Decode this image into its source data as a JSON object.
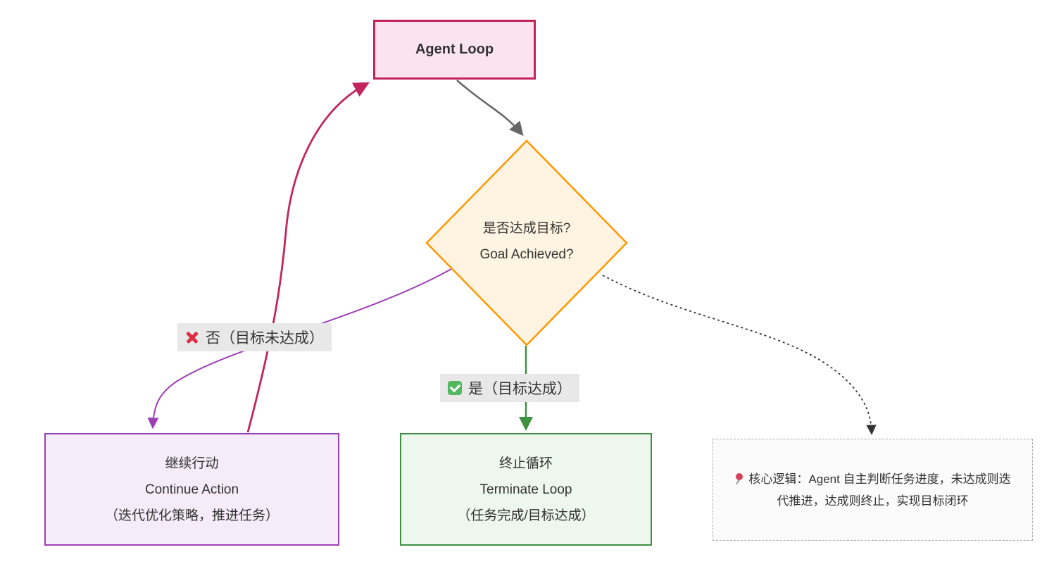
{
  "diagram": {
    "nodes": {
      "agent_loop": {
        "label": "Agent Loop"
      },
      "decision": {
        "line1": "是否达成目标?",
        "line2": "Goal Achieved?"
      },
      "continue_action": {
        "line1": "继续行动",
        "line2": "Continue Action",
        "line3": "（迭代优化策略，推进任务）"
      },
      "terminate_loop": {
        "line1": "终止循环",
        "line2": "Terminate Loop",
        "line3": "（任务完成/目标达成）"
      },
      "note": {
        "icon": "pushpin-icon",
        "text": "核心逻辑：Agent 自主判断任务进度，未达成则迭代推进，达成则终止，实现目标闭环"
      }
    },
    "edge_labels": {
      "no": {
        "icon": "cross-icon",
        "text": "否（目标未达成）"
      },
      "yes": {
        "icon": "check-icon",
        "text": "是（目标达成）"
      }
    }
  },
  "colors": {
    "agent_border": "#c2255c",
    "agent_fill": "#fbe4ee",
    "decision_border": "#ff9800",
    "decision_fill": "#fff4e2",
    "continue_border": "#9c3fb5",
    "continue_fill": "#f6ecf9",
    "terminate_border": "#3f9142",
    "terminate_fill": "#edf7ed",
    "note_border": "#aaaaaa",
    "note_fill": "#fbfbfb",
    "edge_gray": "#666666",
    "edge_crimson": "#c2255c",
    "edge_purple": "#9c3fb5",
    "edge_green": "#3f9142",
    "edge_dotted": "#333333",
    "label_bg": "#e8e8e8",
    "text": "#333333",
    "cross_red": "#dd2e44",
    "check_green": "#55b75f",
    "pin_red": "#d6415a",
    "pin_needle": "#9a9a9a"
  }
}
